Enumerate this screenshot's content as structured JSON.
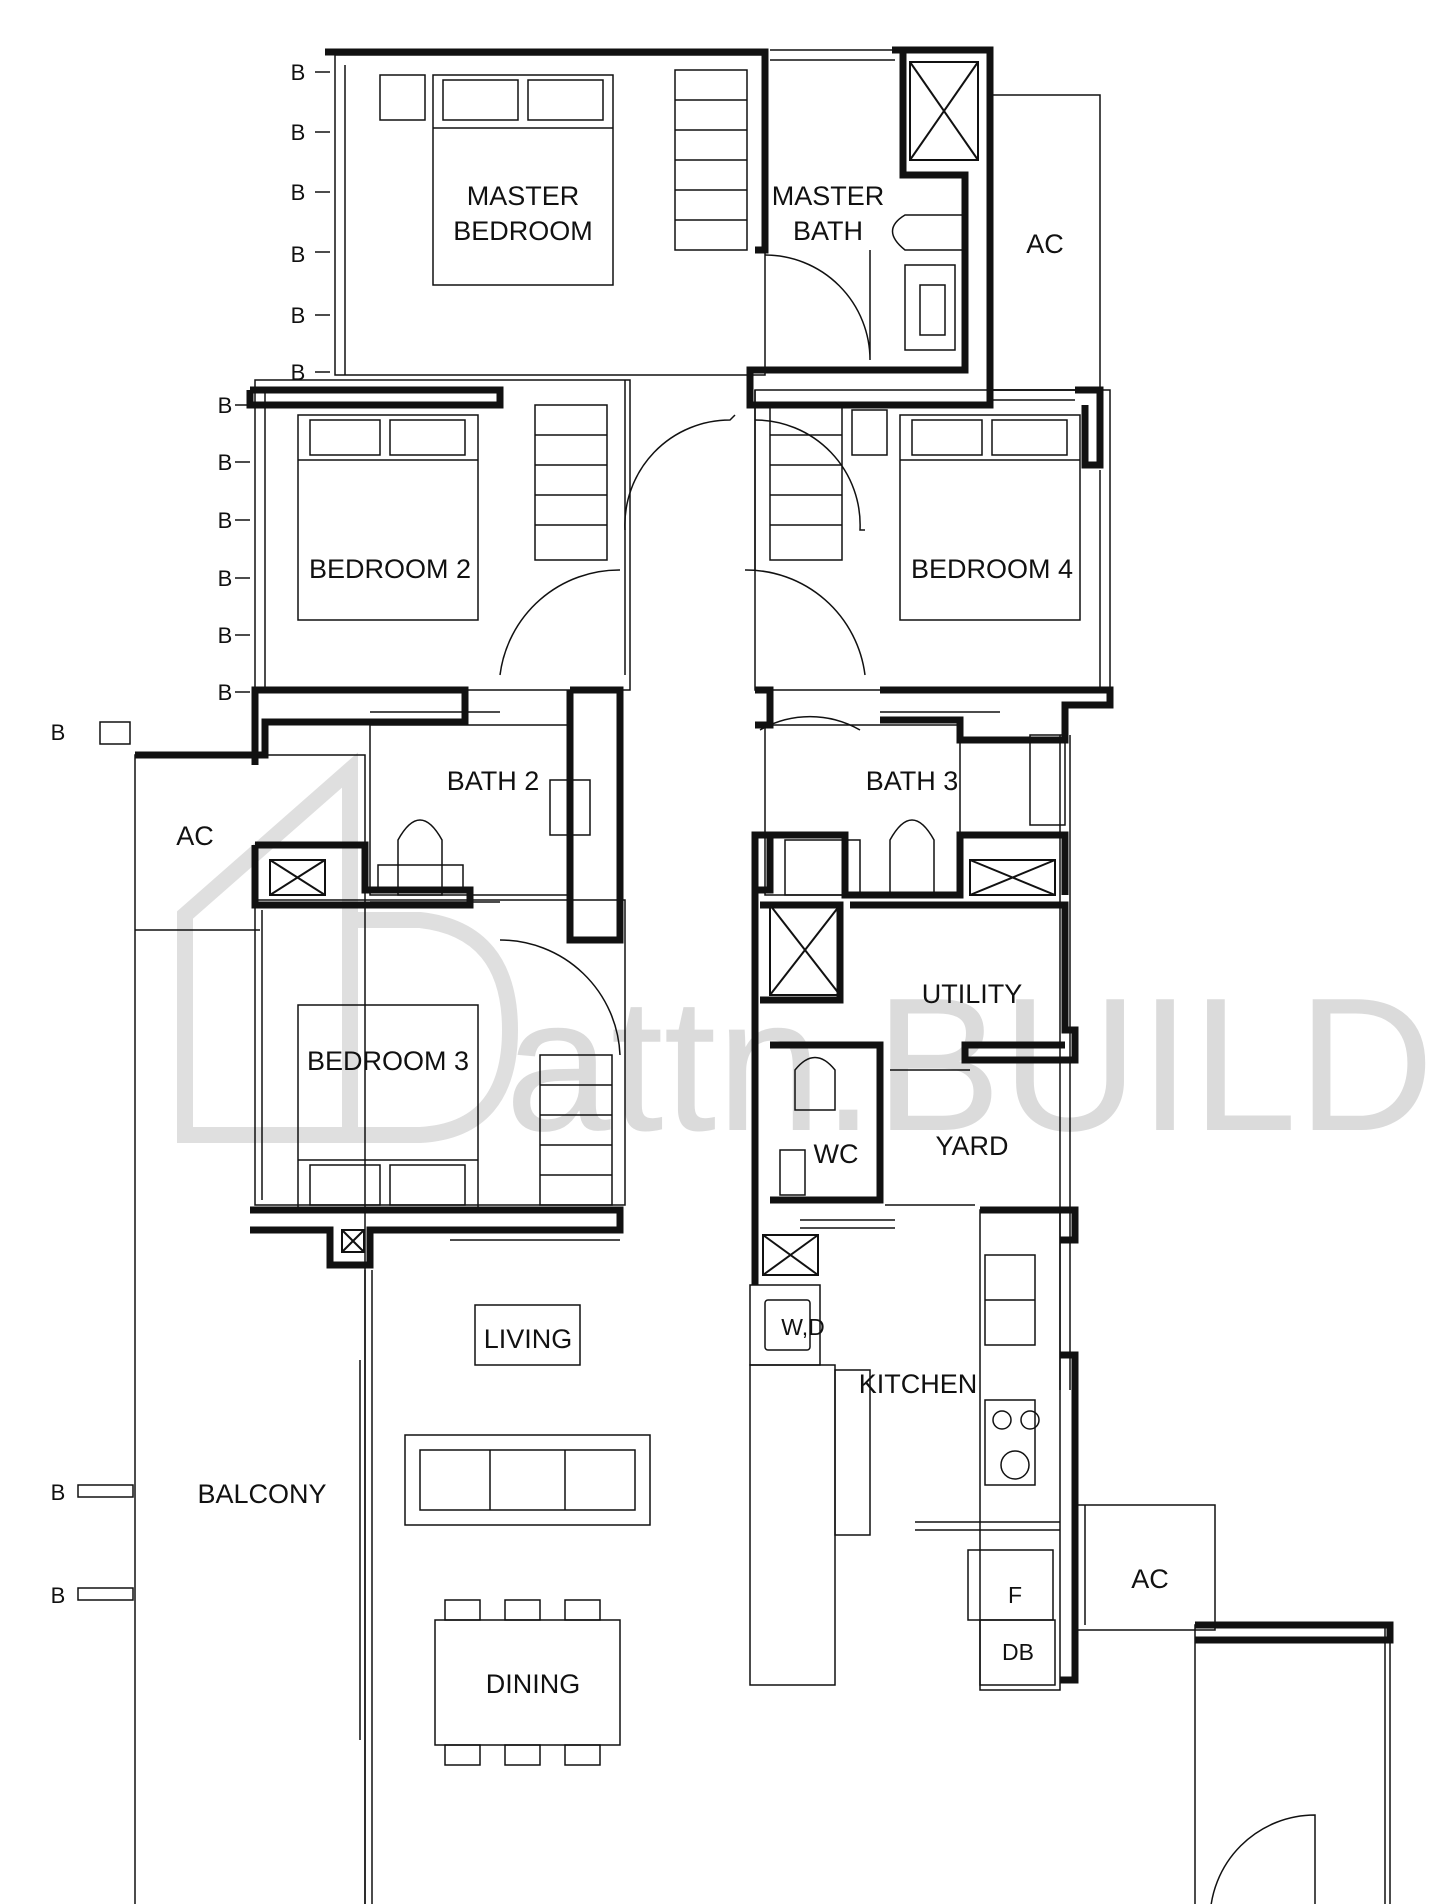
{
  "watermark": {
    "text": "attn.BUILD"
  },
  "rooms": {
    "master_bedroom": [
      "MASTER",
      "BEDROOM"
    ],
    "master_bath": [
      "MASTER",
      "BATH"
    ],
    "bedroom_2": "BEDROOM 2",
    "bedroom_3": "BEDROOM 3",
    "bedroom_4": "BEDROOM 4",
    "bath_2": "BATH 2",
    "bath_3": "BATH 3",
    "utility": "UTILITY",
    "yard": "YARD",
    "wc": "WC",
    "kitchen": "KITCHEN",
    "living": "LIVING",
    "dining": "DINING",
    "balcony": "BALCONY",
    "wd": "W,D",
    "fridge": "F",
    "db": "DB",
    "ac_top": "AC",
    "ac_left": "AC",
    "ac_bottom": "AC"
  },
  "bay_window_marker": "B"
}
